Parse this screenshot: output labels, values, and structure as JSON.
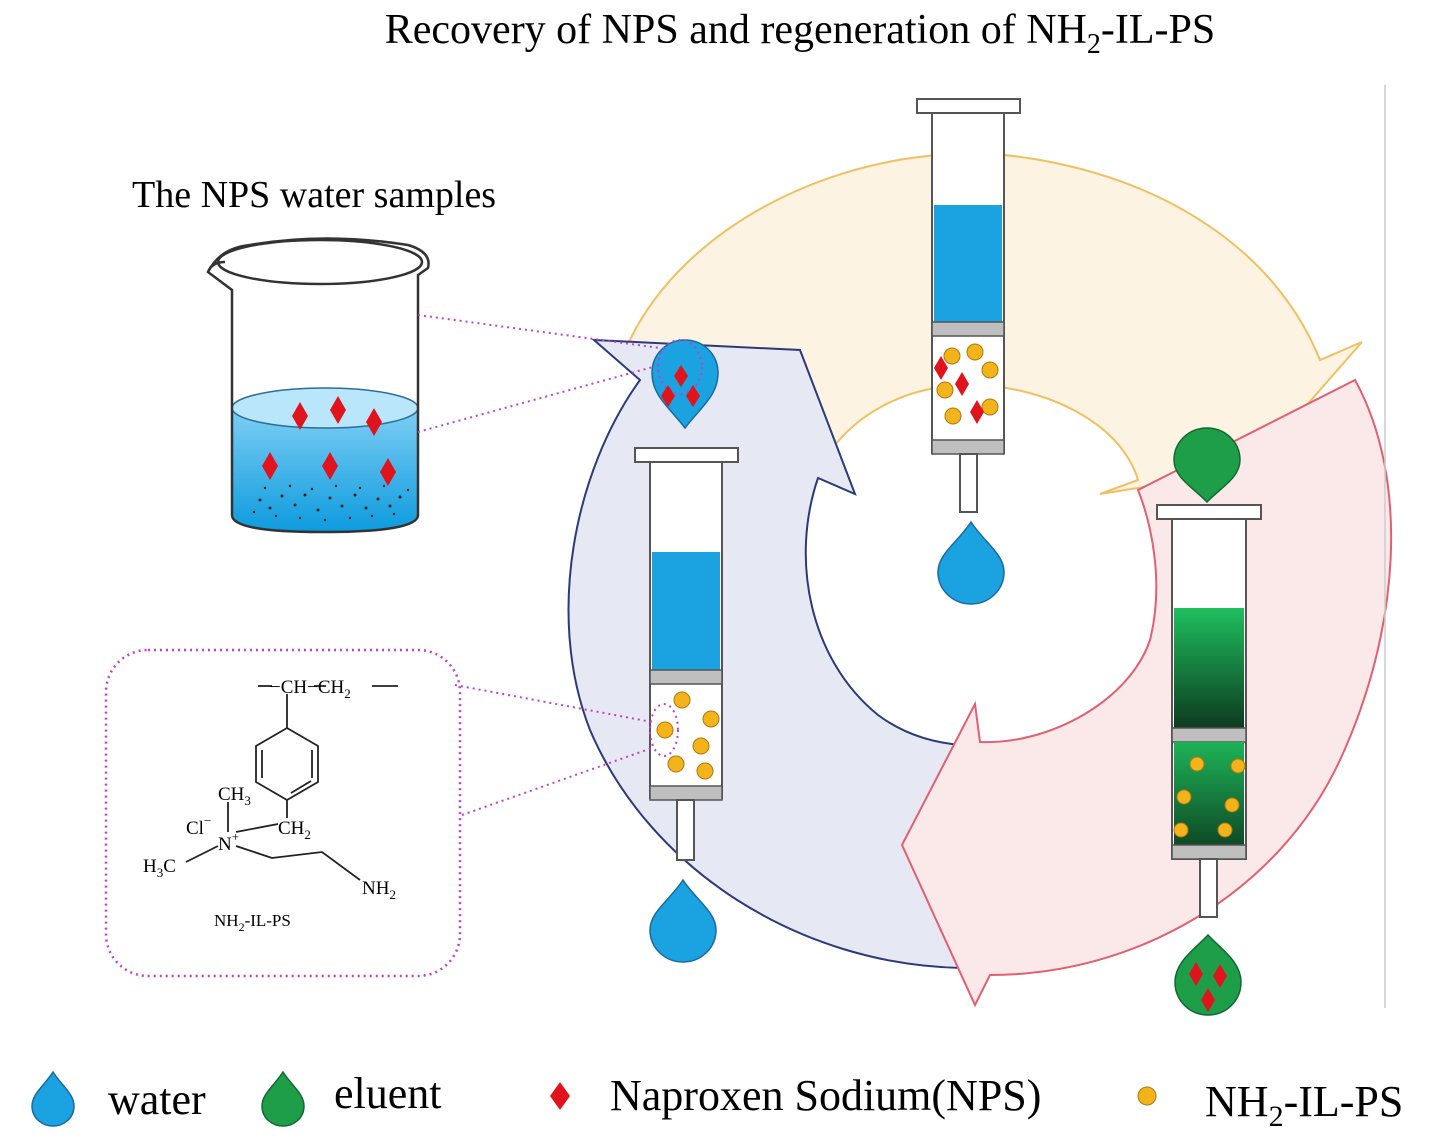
{
  "title": {
    "main": "Recovery of NPS and regeneration of NH",
    "sub": "2",
    "tail": "-IL-PS"
  },
  "beaker_caption": "The NPS water samples",
  "structure": {
    "backbone": "−CH−CH",
    "backbone_sub": "2",
    "ch3": "CH",
    "ch3_sub": "3",
    "cl": "Cl",
    "cl_sup": "−",
    "n": "N",
    "n_sup": "+",
    "ch2": "CH",
    "ch2_sub": "2",
    "h3c_h": "H",
    "h3c_sub": "3",
    "h3c_c": "C",
    "nh2": "NH",
    "nh2_sub": "2",
    "label": "NH",
    "label_sub": "2",
    "label_tail": "-IL-PS"
  },
  "legend": {
    "water": "water",
    "eluent": "eluent",
    "nps": "Naproxen Sodium(NPS)",
    "ilps": "NH",
    "ilps_sub": "2",
    "ilps_tail": "-IL-PS"
  },
  "colors": {
    "water": "#1aa3e0",
    "eluent": "#1f9e4a",
    "nps": "#e0141c",
    "ilps": "#f2b31b",
    "arrow_yellow_fill": "#fdf3e3",
    "arrow_yellow_stroke": "#f0c060",
    "arrow_blue_fill": "#e6e9f4",
    "arrow_blue_stroke": "#2c3a78",
    "arrow_pink_fill": "#fbe9ea",
    "arrow_pink_stroke": "#e06070",
    "dotted": "#c040c8"
  }
}
